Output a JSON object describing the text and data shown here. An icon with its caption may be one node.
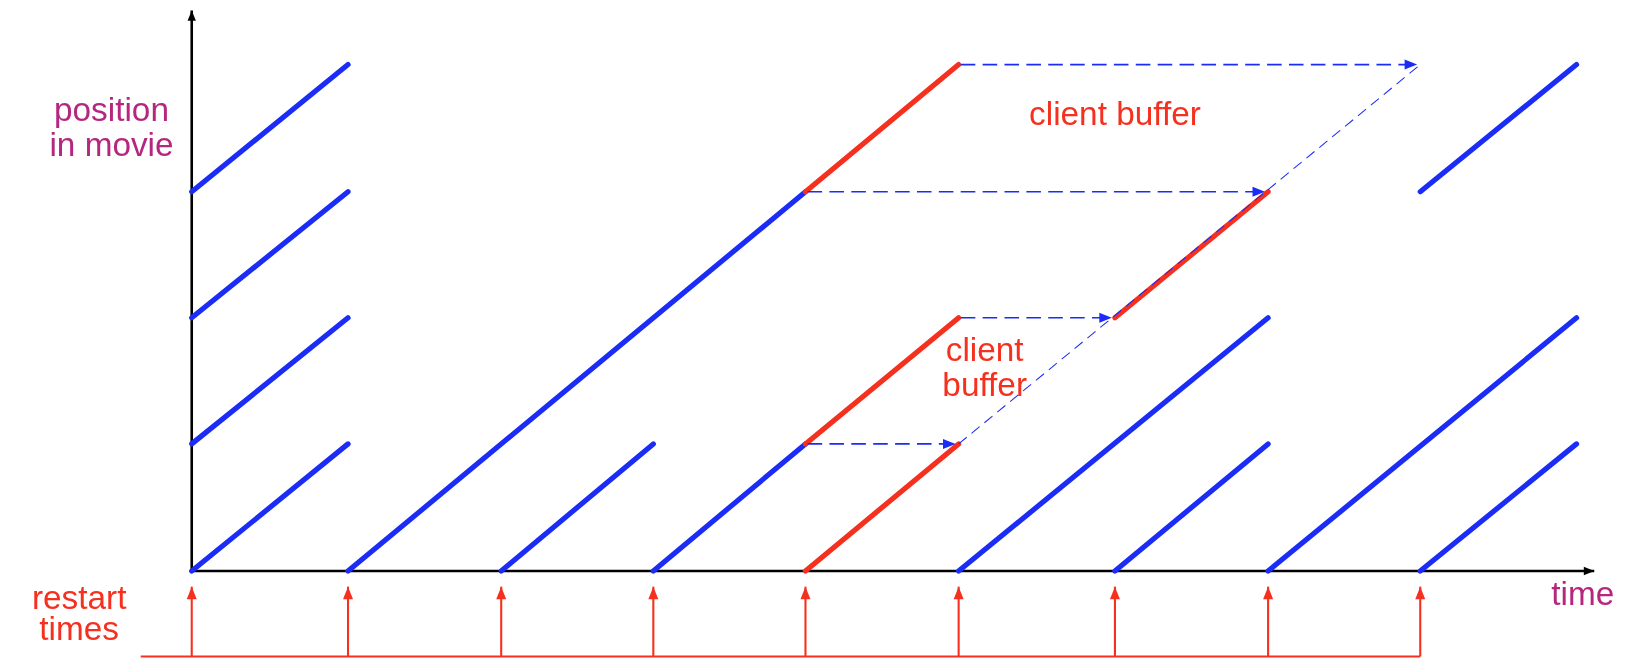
{
  "diagram": {
    "labels": [
      "position in movie",
      "client buffer",
      "client buffer",
      "time",
      "restart times"
    ]
  }
}
